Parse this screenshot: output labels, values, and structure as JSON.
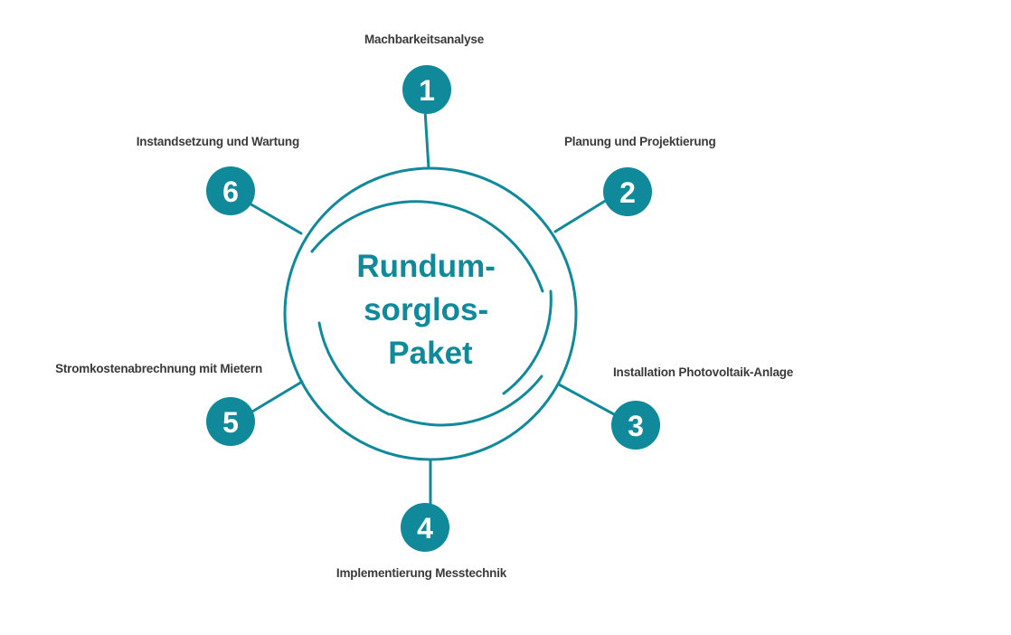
{
  "colors": {
    "accent": "#108a9a",
    "text": "#3a3a3a",
    "number_text": "#ffffff"
  },
  "center": {
    "lines": [
      "Rundum-",
      "sorglos-",
      "Paket"
    ]
  },
  "steps": [
    {
      "number": "1",
      "label": "Machbarkeitsanalyse"
    },
    {
      "number": "2",
      "label": "Planung und Projektierung"
    },
    {
      "number": "3",
      "label": "Installation Photovoltaik-Anlage"
    },
    {
      "number": "4",
      "label": "Implementierung Messtechnik"
    },
    {
      "number": "5",
      "label": "Stromkostenabrechnung mit Mietern"
    },
    {
      "number": "6",
      "label": "Instandsetzung und Wartung"
    }
  ]
}
